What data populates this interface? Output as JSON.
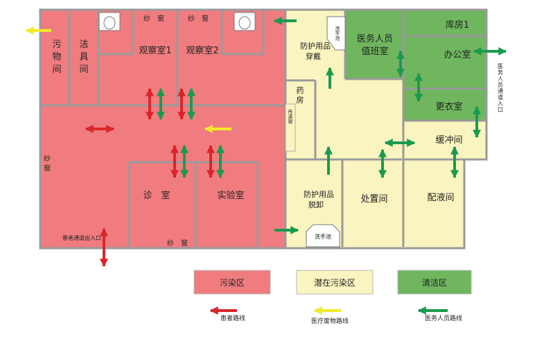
{
  "rooms": {
    "dirty_room": "污\n物\n间",
    "utility_room": "洁\n具\n间",
    "obs1": "观察室1",
    "obs2": "观察室2",
    "clinic": "诊　室",
    "lab": "实验室",
    "gauze1": "纱　窗",
    "gauze2": "纱　窗",
    "gauze3": "纱　窗",
    "gauze_left": "纱\n\n窗",
    "patient_entrance": "患者通道出入口",
    "ppe_don": "防护用品\n穿戴",
    "pharmacy": "药\n房",
    "pass_window": "传递窗",
    "ppe_doff": "防护用品\n脱卸",
    "treatment": "处置间",
    "dispensing": "配液间",
    "handwash1": "洗手池",
    "handwash2": "洗手池",
    "duty_room": "医务人员\n值班室",
    "warehouse": "库房1",
    "office": "办公室",
    "changing": "更衣室",
    "buffer": "缓冲间",
    "staff_entrance": "医\n务\n人\n员\n通\n道\n入\n口"
  },
  "legend": {
    "zones": [
      {
        "label": "污染区",
        "color": "#f07c80"
      },
      {
        "label": "潜在污染区",
        "color": "#faf5c0"
      },
      {
        "label": "清洁区",
        "color": "#6fb65f"
      }
    ],
    "routes": [
      {
        "label": "患者路线",
        "color": "#d9262b"
      },
      {
        "label": "医疗废物路线",
        "color": "#f2ea2a"
      },
      {
        "label": "医务人员路线",
        "color": "#1a9a4e"
      }
    ]
  }
}
